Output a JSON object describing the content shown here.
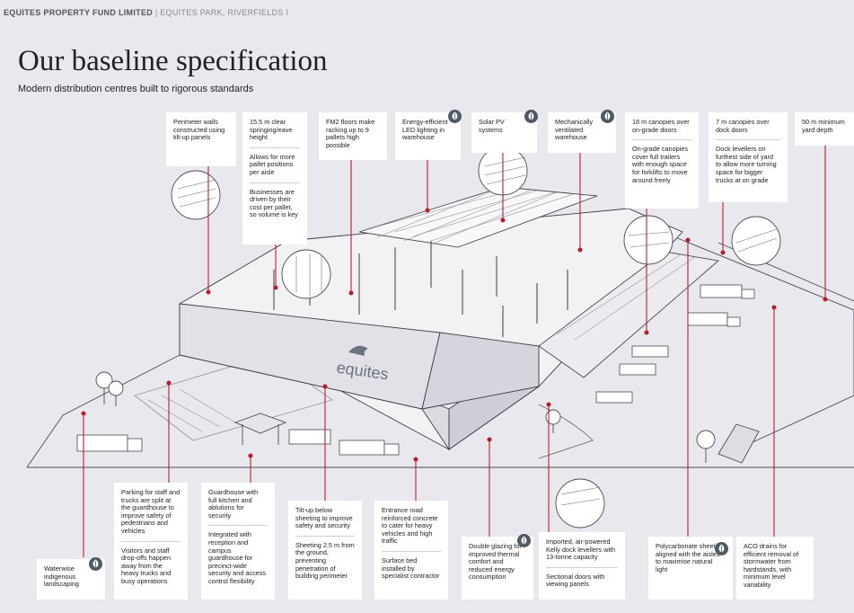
{
  "header": {
    "company": "EQUITES PROPERTY FUND LIMITED",
    "separator": "|",
    "location": "EQUITES PARK, RIVERFIELDS I"
  },
  "title": "Our baseline specification",
  "subtitle": "Modern distribution centres built to rigorous standards",
  "logo_text": "equites",
  "accent_color": "#b51f2e",
  "top_callouts": {
    "walls": "Perimeter walls constructed using tilt-up panels",
    "clear_1": "15.5 m clear springing/eave height",
    "clear_2": "Allows for more pallet positions per aisle",
    "clear_3": "Businesses are driven by their cost per pallet, so volume is key",
    "fm2": "FM2 floors make racking up to 9 pallets high possible",
    "led": "Energy-efficient LED lighting in warehouse",
    "solar": "Solar PV systems",
    "vent": "Mechanically ventilated warehouse",
    "canopy18_1": "18 m canopies over on-grade doors",
    "canopy18_2": "On-grade canopies cover full trailers with enough space for forklifts to move around freely",
    "canopy7_1": "7 m canopies over dock doors",
    "canopy7_2": "Dock levellers on furthest side of yard to allow more turning space for bigger trucks at on grade",
    "yard": "50 m minimum yard depth"
  },
  "bottom_callouts": {
    "landscape": "Waterwise indigenous landscaping",
    "parking_1": "Parking for staff and trucks are split at the guardhouse to improve safety of pedestrians and vehicles",
    "parking_2": "Visitors and staff drop-offs happen away from the heavy trucks and busy operations",
    "guard_1": "Guardhouse with full kitchen and ablutions for security",
    "guard_2": "Integrated with reception and campus guardhouse for precinct-wide security and access control flexibility",
    "tilt_1": "Tilt-up below sheeting to improve safety and security",
    "tilt_2": "Sheeting 2.5 m from the ground, preventing penetration of building perimeter",
    "entrance_1": "Entrance road reinforced concrete to cater for heavy vehicles and high traffic",
    "entrance_2": "Surface bed installed by specialist contractor",
    "glazing": "Double glazing for improved thermal comfort and reduced energy consumption",
    "dock_1": "Imported, air-powered Kelly dock levellers with 13-tonne capacity",
    "dock_2": "Sectional doors with viewing panels",
    "polycarb": "Polycarbonate sheeting aligned with the aisles to maximise natural light",
    "aco": "ACO drains for efficient removal of stormwater from hardstands, with minimum level variability"
  },
  "icons": [
    "leaf-icon"
  ]
}
